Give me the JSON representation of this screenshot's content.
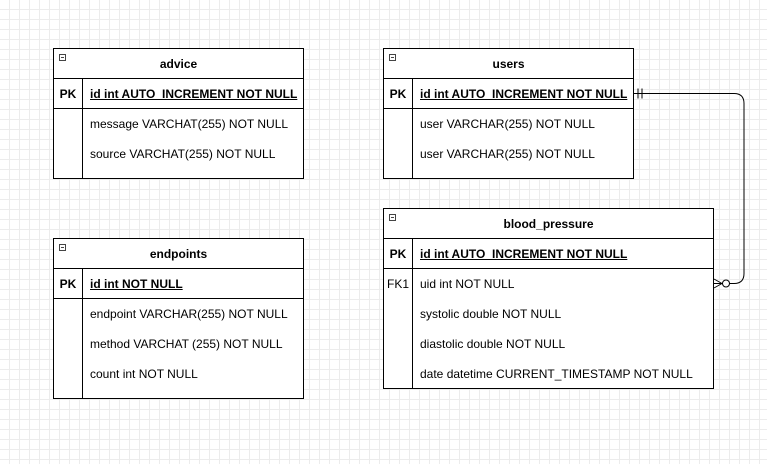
{
  "tables": {
    "advice": {
      "title": "advice",
      "pk_label": "PK",
      "pk_field": "id int AUTO_INCREMENT NOT NULL",
      "fields": [
        "message VARCHAT(255) NOT NULL",
        "source VARCHAT(255) NOT NULL"
      ]
    },
    "users": {
      "title": "users",
      "pk_label": "PK",
      "pk_field": "id int AUTO_INCREMENT NOT NULL",
      "fields": [
        "user VARCHAR(255) NOT NULL",
        "user VARCHAR(255) NOT NULL"
      ]
    },
    "endpoints": {
      "title": "endpoints",
      "pk_label": "PK",
      "pk_field": "id int NOT NULL",
      "fields": [
        "endpoint VARCHAR(255) NOT NULL",
        "method VARCHAT (255) NOT NULL",
        "count int NOT NULL"
      ]
    },
    "blood_pressure": {
      "title": "blood_pressure",
      "pk_label": "PK",
      "pk_field": "id int AUTO_INCREMENT NOT NULL",
      "fk_label": "FK1",
      "fields": [
        "uid int NOT NULL",
        "systolic double NOT NULL",
        "diastolic double NOT NULL",
        "date datetime CURRENT_TIMESTAMP NOT NULL"
      ]
    }
  },
  "relationship": {
    "from": "users.id",
    "to": "blood_pressure.uid",
    "from_cardinality": "one",
    "to_cardinality": "zero-or-many"
  },
  "colors": {
    "line": "#000000",
    "grid": "#ececec",
    "background": "#ffffff"
  }
}
